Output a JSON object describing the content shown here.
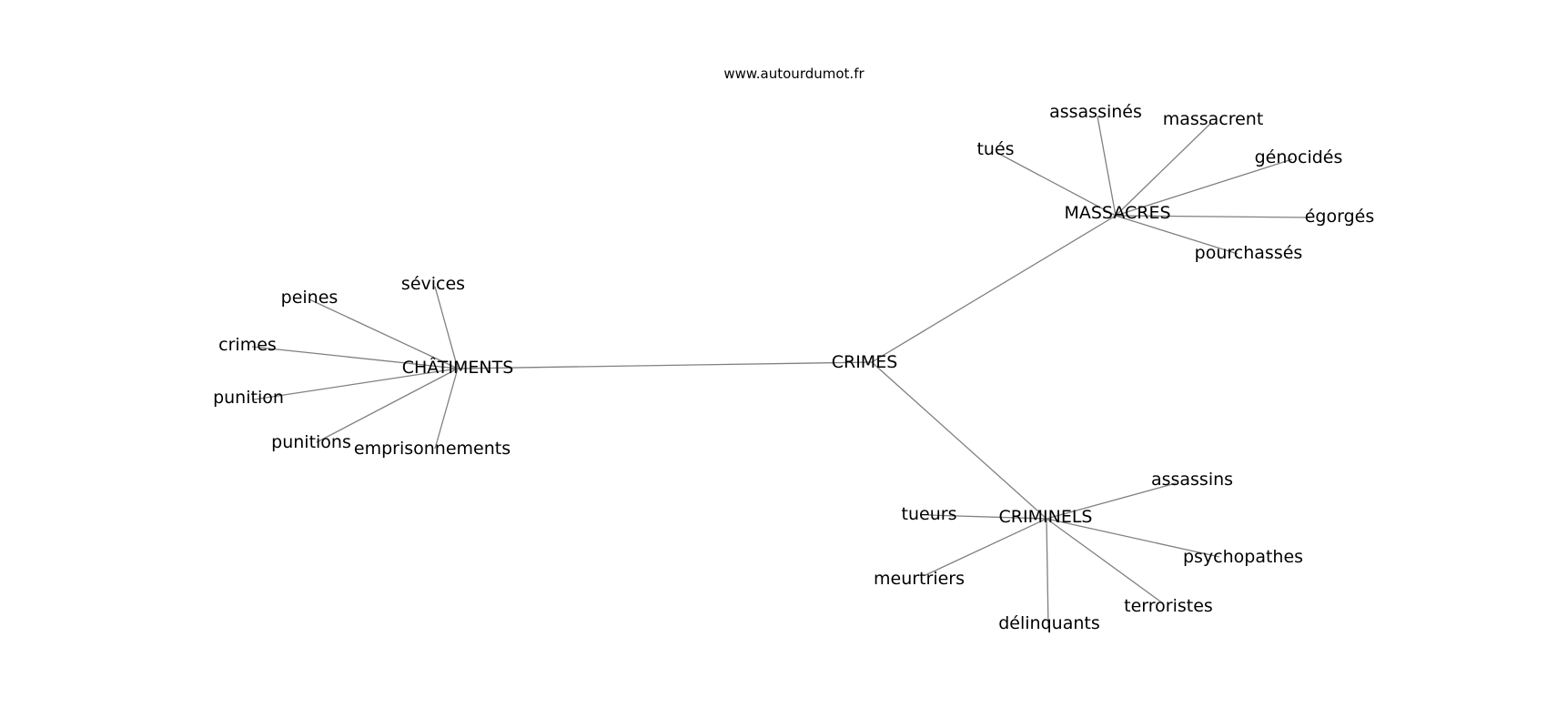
{
  "caption": "www.autourdumot.fr",
  "colors": {
    "edge": "#808080",
    "text": "#000000",
    "background": "#ffffff"
  },
  "graph": {
    "root": "CRIMES",
    "branches": [
      {
        "label": "CHÂTIMENTS",
        "leaves": [
          "sévices",
          "peines",
          "crimes",
          "punition",
          "punitions",
          "emprisonnements"
        ]
      },
      {
        "label": "MASSACRES",
        "leaves": [
          "assassinés",
          "massacrent",
          "tués",
          "génocidés",
          "égorgés",
          "pourchassés"
        ]
      },
      {
        "label": "CRIMINELS",
        "leaves": [
          "assassins",
          "tueurs",
          "psychopathes",
          "meurtriers",
          "terroristes",
          "délinquants"
        ]
      }
    ]
  }
}
